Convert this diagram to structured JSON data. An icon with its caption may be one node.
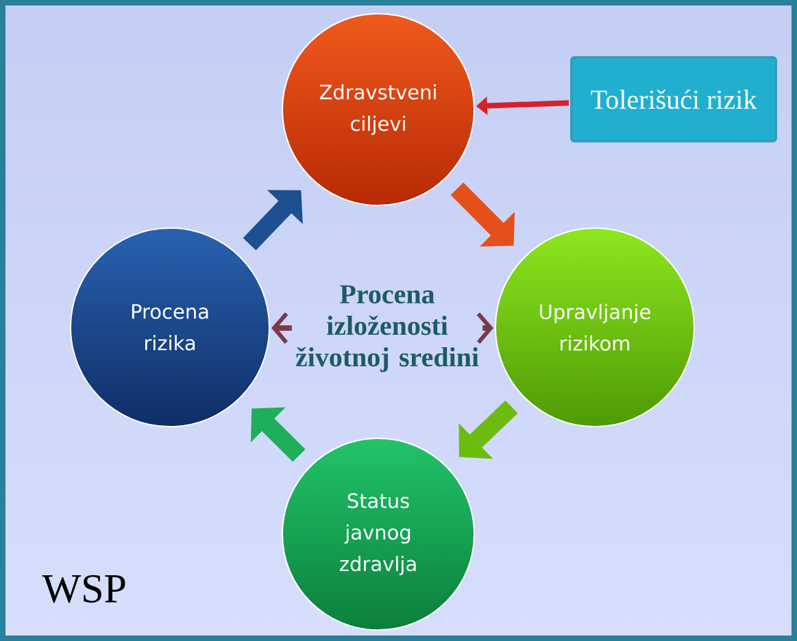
{
  "diagram": {
    "nodes": [
      {
        "text": [
          "Zdravstveni ciljevi"
        ]
      },
      {
        "text": [
          "Tolerišući rizik"
        ]
      },
      {
        "text": [
          "Upravljanje rizikom"
        ]
      },
      {
        "text": [
          "Status javnog zdravlja"
        ]
      },
      {
        "text": [
          "Procena rizika"
        ]
      },
      {
        "text": [
          "Procena izloženosti životnoj sredini"
        ]
      }
    ],
    "edges": [
      {
        "from": 1,
        "to": 0,
        "arrow": "to",
        "color": "#d8202a"
      },
      {
        "from": 0,
        "to": 2,
        "arrow": "to",
        "color": "#e4501a"
      },
      {
        "from": 2,
        "to": 3,
        "arrow": "to",
        "color": "#6cbc10"
      },
      {
        "from": 3,
        "to": 4,
        "arrow": "to",
        "color": "#1fae5a"
      },
      {
        "from": 4,
        "to": 0,
        "arrow": "to",
        "color": "#1d4f91"
      },
      {
        "from": 5,
        "to": 4,
        "arrow": "to",
        "color": "#7b3a48"
      },
      {
        "from": 5,
        "to": 2,
        "arrow": "to",
        "color": "#7b3a48"
      }
    ],
    "labels": [
      "WSP"
    ]
  }
}
